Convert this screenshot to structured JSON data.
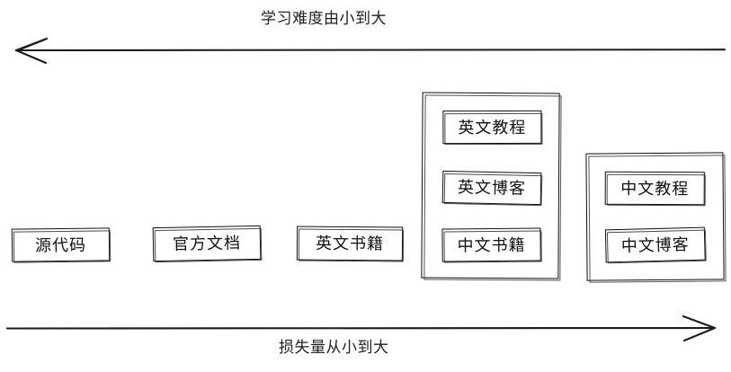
{
  "diagram": {
    "top_axis": {
      "label": "学习难度由小到大",
      "direction": "left",
      "arrow_icon": "arrow-left-icon"
    },
    "bottom_axis": {
      "label": "损失量从小到大",
      "direction": "right",
      "arrow_icon": "arrow-right-icon"
    },
    "items": [
      {
        "label": "源代码"
      },
      {
        "label": "官方文档"
      },
      {
        "label": "英文书籍"
      }
    ],
    "groups": [
      {
        "name": "group-english-tier",
        "items": [
          {
            "label": "英文教程"
          },
          {
            "label": "英文博客"
          },
          {
            "label": "中文书籍"
          }
        ]
      },
      {
        "name": "group-chinese-tier",
        "items": [
          {
            "label": "中文教程"
          },
          {
            "label": "中文博客"
          }
        ]
      }
    ]
  },
  "colors": {
    "stroke": "#111111",
    "background": "#ffffff",
    "text": "#1a1a1a"
  }
}
